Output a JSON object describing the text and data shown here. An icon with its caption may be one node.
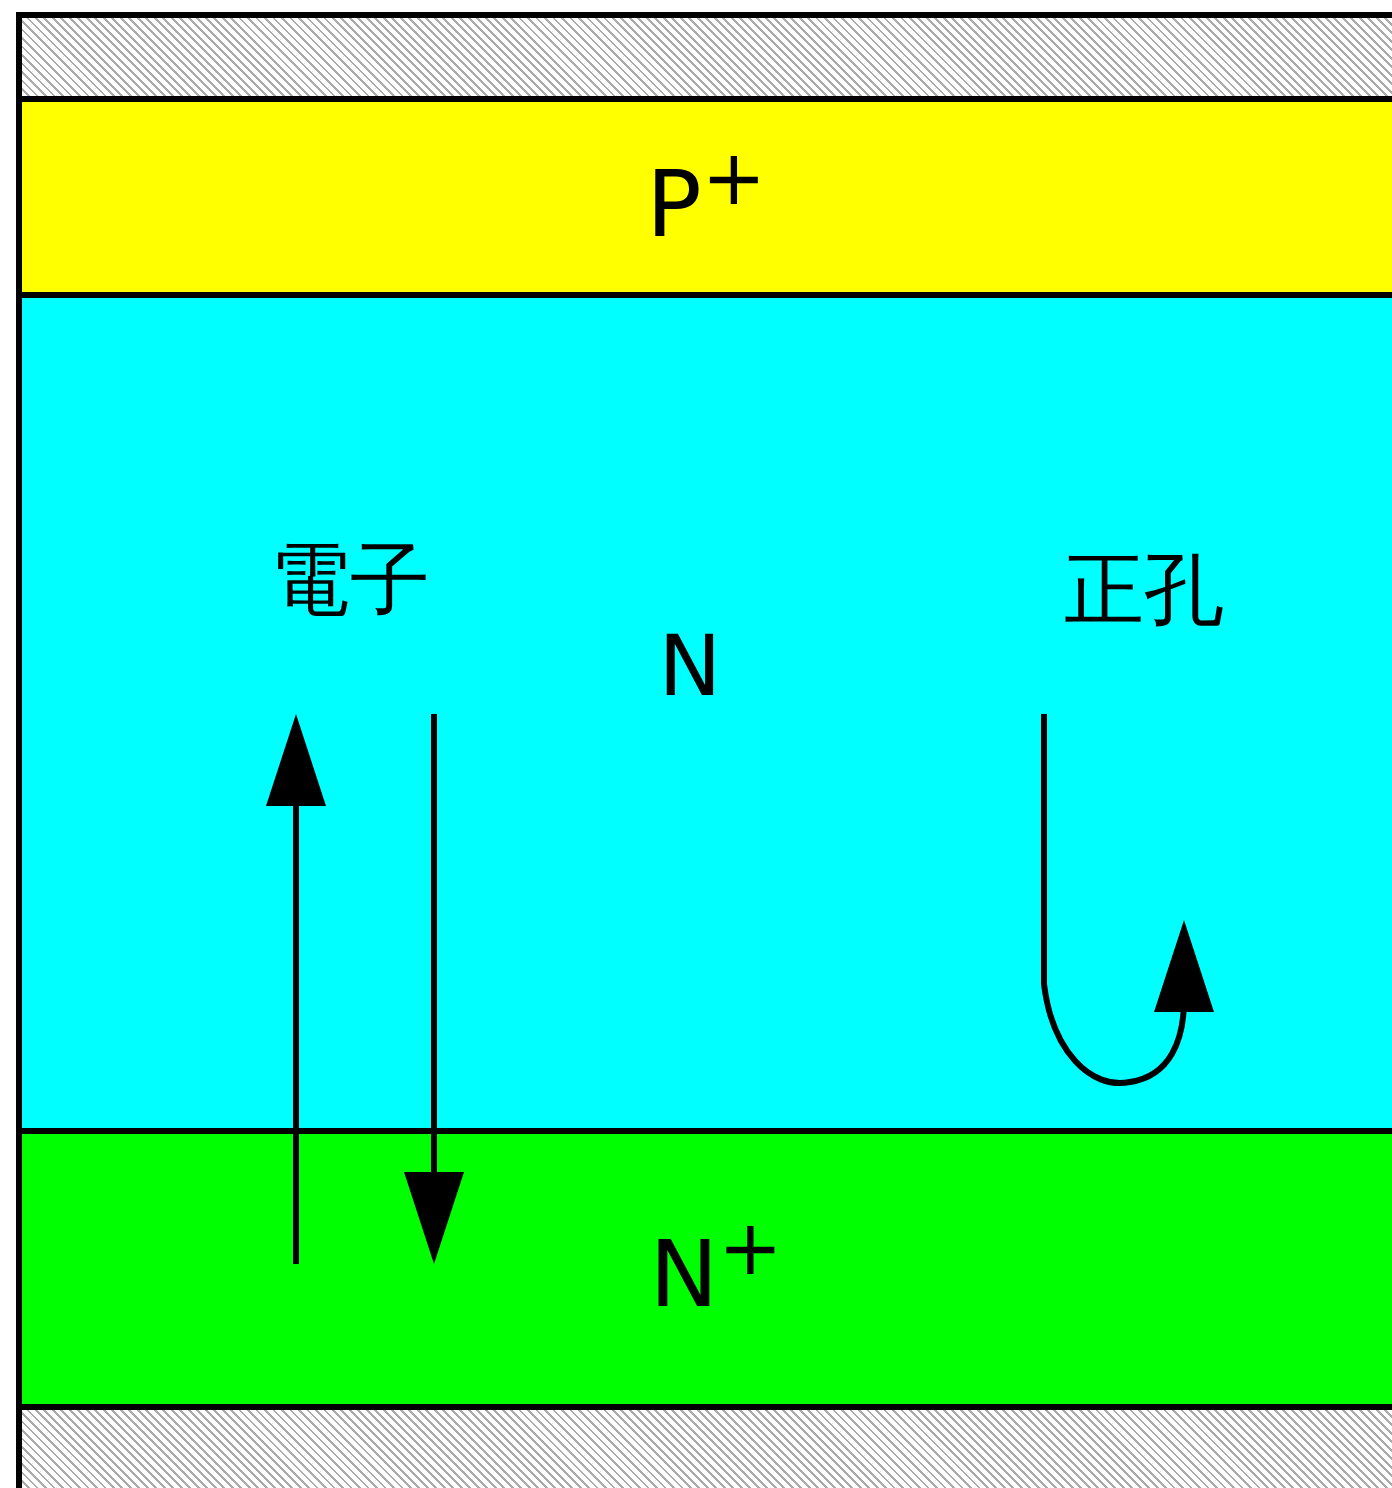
{
  "diagram": {
    "nodes": [
      {
        "text": [],
        "shape": "bar"
      },
      {
        "text": [
          "P$^{+}$"
        ]
      },
      {
        "text": [
          "N"
        ]
      },
      {
        "text": [
          "N$^{+}$"
        ]
      },
      {
        "text": [],
        "shape": "bar"
      }
    ],
    "edges": [
      {
        "from": 3,
        "to": 2,
        "arrow": "to"
      },
      {
        "from": 2,
        "to": 3,
        "arrow": "to"
      }
    ],
    "labels": [
      "電子",
      "正孔"
    ]
  }
}
